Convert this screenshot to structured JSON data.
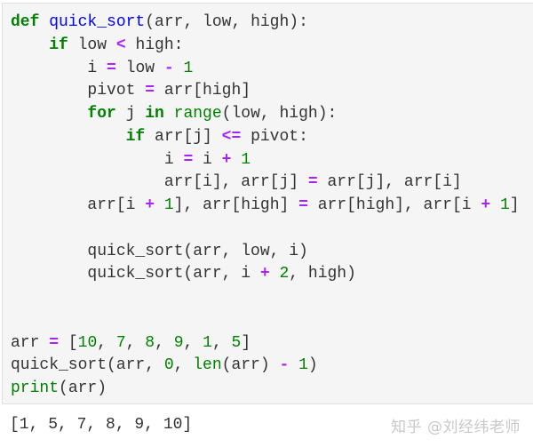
{
  "code_cell": {
    "language": "python",
    "lines": [
      [
        {
          "t": "def",
          "c": "kw"
        },
        {
          "t": " "
        },
        {
          "t": "quick_sort",
          "c": "fn"
        },
        {
          "t": "(arr, low, high):"
        }
      ],
      [
        {
          "t": "    "
        },
        {
          "t": "if",
          "c": "kw"
        },
        {
          "t": " low "
        },
        {
          "t": "<",
          "c": "op"
        },
        {
          "t": " high:"
        }
      ],
      [
        {
          "t": "        i "
        },
        {
          "t": "=",
          "c": "op"
        },
        {
          "t": " low "
        },
        {
          "t": "-",
          "c": "op"
        },
        {
          "t": " "
        },
        {
          "t": "1",
          "c": "num"
        }
      ],
      [
        {
          "t": "        pivot "
        },
        {
          "t": "=",
          "c": "op"
        },
        {
          "t": " arr[high]"
        }
      ],
      [
        {
          "t": "        "
        },
        {
          "t": "for",
          "c": "kw"
        },
        {
          "t": " j "
        },
        {
          "t": "in",
          "c": "kw"
        },
        {
          "t": " "
        },
        {
          "t": "range",
          "c": "bi"
        },
        {
          "t": "(low, high):"
        }
      ],
      [
        {
          "t": "            "
        },
        {
          "t": "if",
          "c": "kw"
        },
        {
          "t": " arr[j] "
        },
        {
          "t": "<=",
          "c": "op"
        },
        {
          "t": " pivot:"
        }
      ],
      [
        {
          "t": "                i "
        },
        {
          "t": "=",
          "c": "op"
        },
        {
          "t": " i "
        },
        {
          "t": "+",
          "c": "op"
        },
        {
          "t": " "
        },
        {
          "t": "1",
          "c": "num"
        }
      ],
      [
        {
          "t": "                arr[i], arr[j] "
        },
        {
          "t": "=",
          "c": "op"
        },
        {
          "t": " arr[j], arr[i]"
        }
      ],
      [
        {
          "t": "        arr[i "
        },
        {
          "t": "+",
          "c": "op"
        },
        {
          "t": " "
        },
        {
          "t": "1",
          "c": "num"
        },
        {
          "t": "], arr[high] "
        },
        {
          "t": "=",
          "c": "op"
        },
        {
          "t": " arr[high], arr[i "
        },
        {
          "t": "+",
          "c": "op"
        },
        {
          "t": " "
        },
        {
          "t": "1",
          "c": "num"
        },
        {
          "t": "]"
        }
      ],
      [],
      [
        {
          "t": "        quick_sort(arr, low, i)"
        }
      ],
      [
        {
          "t": "        quick_sort(arr, i "
        },
        {
          "t": "+",
          "c": "op"
        },
        {
          "t": " "
        },
        {
          "t": "2",
          "c": "num"
        },
        {
          "t": ", high)"
        }
      ],
      [],
      [],
      [
        {
          "t": "arr "
        },
        {
          "t": "=",
          "c": "op"
        },
        {
          "t": " ["
        },
        {
          "t": "10",
          "c": "num"
        },
        {
          "t": ", "
        },
        {
          "t": "7",
          "c": "num"
        },
        {
          "t": ", "
        },
        {
          "t": "8",
          "c": "num"
        },
        {
          "t": ", "
        },
        {
          "t": "9",
          "c": "num"
        },
        {
          "t": ", "
        },
        {
          "t": "1",
          "c": "num"
        },
        {
          "t": ", "
        },
        {
          "t": "5",
          "c": "num"
        },
        {
          "t": "]"
        }
      ],
      [
        {
          "t": "quick_sort(arr, "
        },
        {
          "t": "0",
          "c": "num"
        },
        {
          "t": ", "
        },
        {
          "t": "len",
          "c": "bi"
        },
        {
          "t": "(arr) "
        },
        {
          "t": "-",
          "c": "op"
        },
        {
          "t": " "
        },
        {
          "t": "1",
          "c": "num"
        },
        {
          "t": ")"
        }
      ],
      [
        {
          "t": "print",
          "c": "bi"
        },
        {
          "t": "(arr)"
        }
      ]
    ]
  },
  "output": {
    "text": "[1, 5, 7, 8, 9, 10]"
  },
  "watermark": {
    "text": "知乎 @刘经纬老师"
  },
  "colors": {
    "cell_background": "#f5f5f5",
    "cell_border": "#e0e0e0",
    "keyword": "#008000",
    "function_name": "#0000ff",
    "builtin": "#008000",
    "number": "#008000",
    "operator": "#aa22ff",
    "text": "#333333",
    "watermark": "#c8c8c8"
  }
}
